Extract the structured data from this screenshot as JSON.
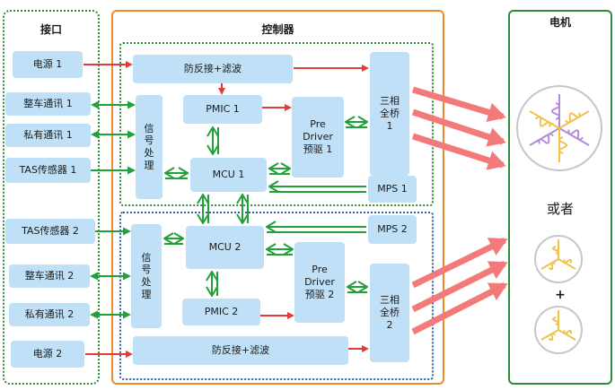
{
  "panels": {
    "interface_title": "接口",
    "controller_title": "控制器",
    "motor_title": "电机"
  },
  "interface": {
    "ch1": [
      "电源 1",
      "整车通讯  1",
      "私有通讯  1",
      "TAS传感器  1"
    ],
    "ch2": [
      "TAS传感器 2",
      "整车通讯 2",
      "私有通讯 2",
      "电源 2"
    ]
  },
  "controller": {
    "ch1": {
      "protect": "防反接+滤波",
      "pmic": "PMIC 1",
      "signal": [
        "信",
        "号",
        "处",
        "理"
      ],
      "mcu": "MCU 1",
      "predriver": [
        "Pre",
        "Driver",
        "预驱 1"
      ],
      "bridge": [
        "三相",
        "全桥",
        "1"
      ],
      "mps": "MPS 1"
    },
    "ch2": {
      "mps": "MPS 2",
      "signal": [
        "信",
        "号",
        "处",
        "理"
      ],
      "mcu": "MCU 2",
      "predriver": [
        "Pre",
        "Driver",
        "预驱 2"
      ],
      "bridge": [
        "三相",
        "全桥",
        "2"
      ],
      "pmic": "PMIC 2",
      "protect": "防反接+滤波"
    }
  },
  "motor": {
    "or_label": "或者",
    "plus_label": "+"
  },
  "colors": {
    "box_fill": "#bfe0f6",
    "red_arrow": "#e23b3b",
    "pink_arrow": "#f27a7a",
    "green_arrow": "#22a03a",
    "interface_border": "#2e8b3a",
    "controller_border": "#ee8a2c",
    "motor_border": "#2e8b3a",
    "ch2_border": "#2d5fa6",
    "winding_purple": "#b48ad9",
    "winding_yellow": "#f0c24a"
  }
}
